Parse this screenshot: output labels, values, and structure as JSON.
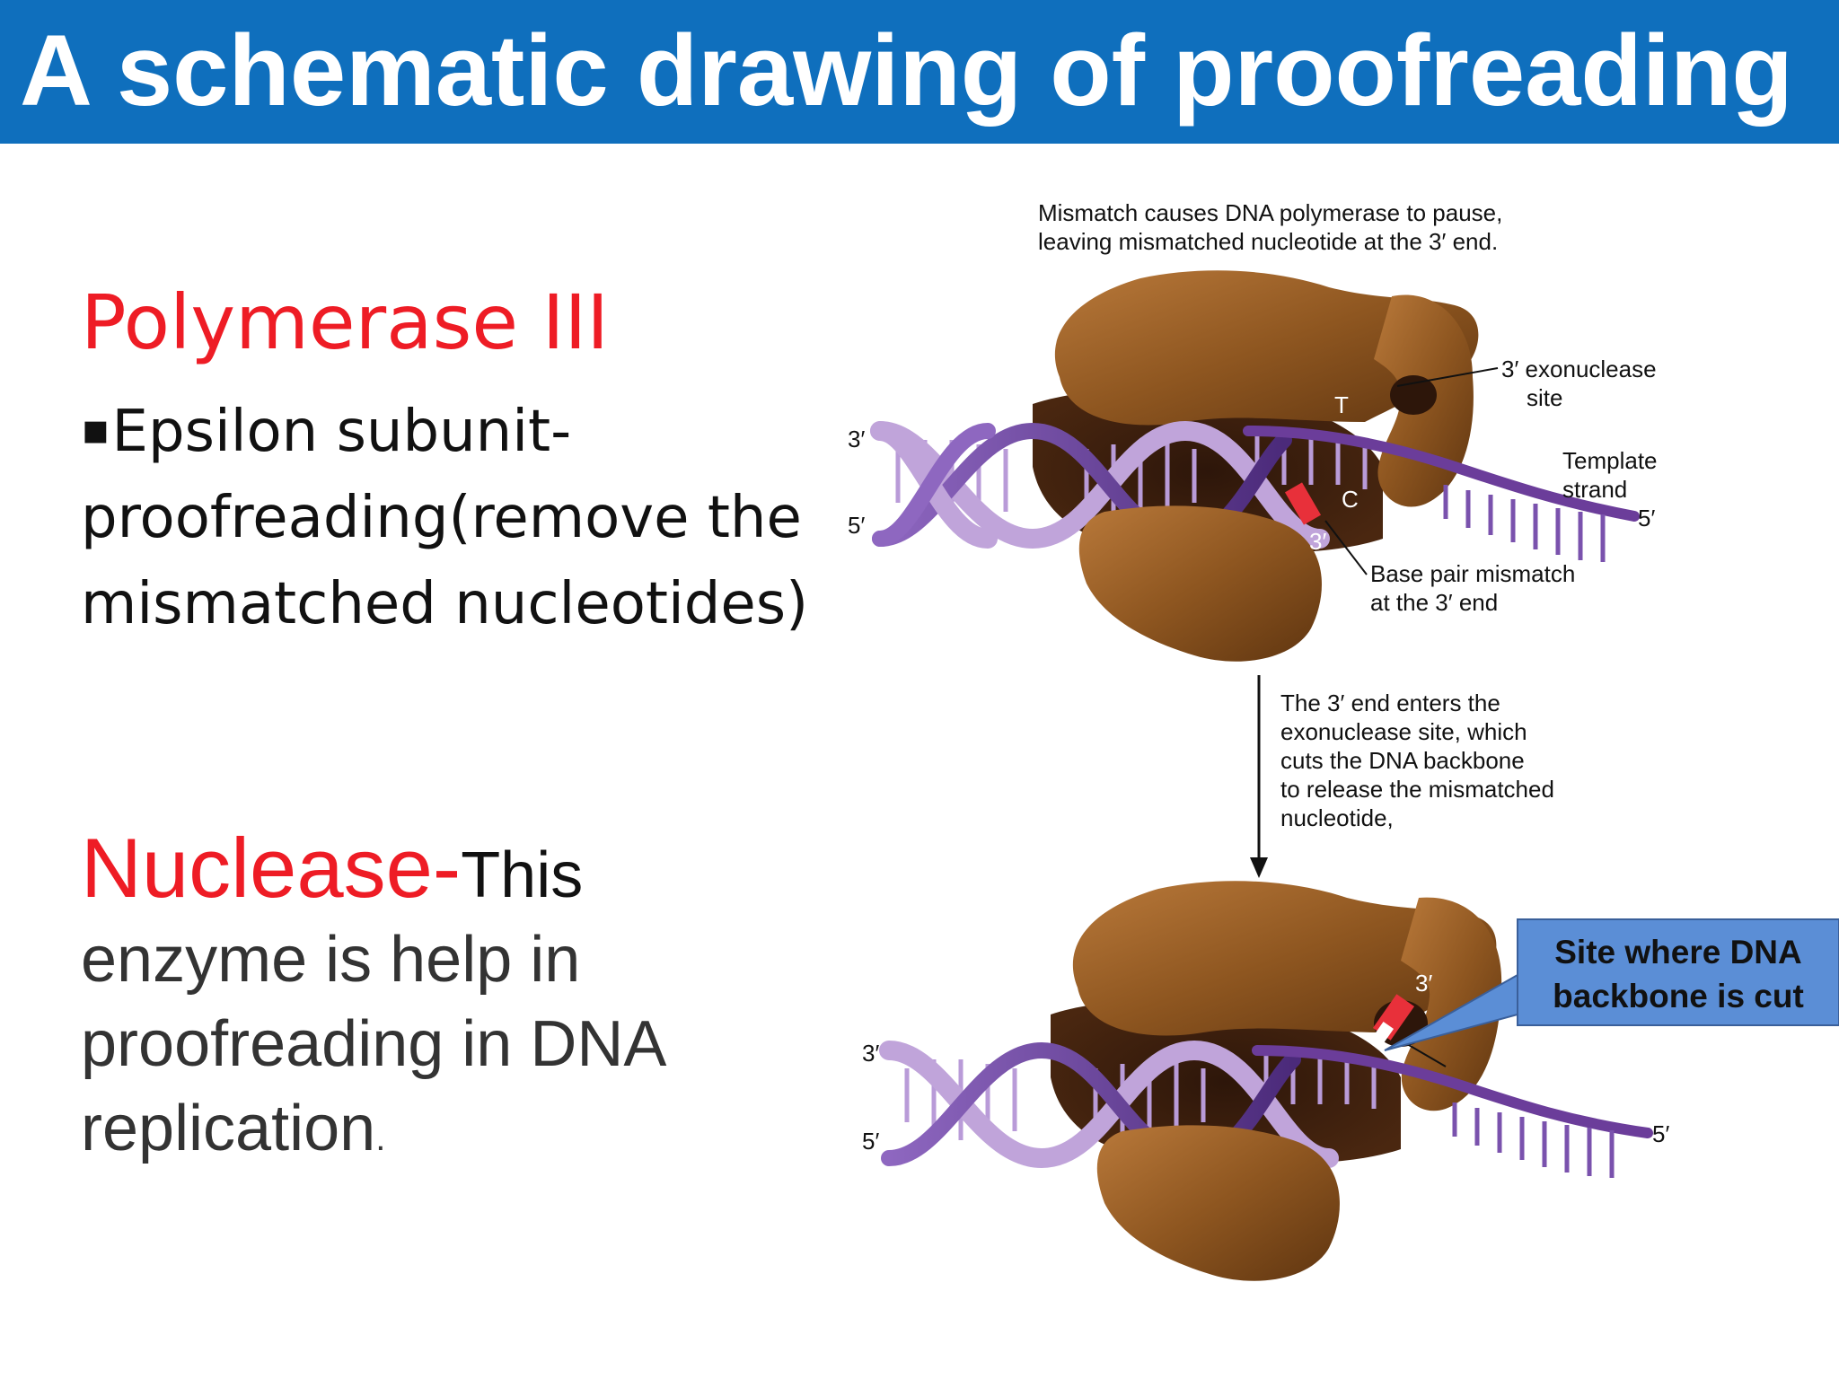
{
  "title": "A schematic drawing of proofreading",
  "polymerase": {
    "heading": "Polymerase III",
    "bullet_symbol": "▪",
    "lines": [
      "Epsilon subunit-",
      "proofreading(remove the",
      "mismatched nucleotides)"
    ]
  },
  "nuclease": {
    "heading": "Nuclease-",
    "first_word": "This",
    "text": "enzyme is help in proofreading in DNA replication",
    "period": "."
  },
  "diagram": {
    "top_caption": [
      "Mismatch causes DNA polymerase to pause,",
      "leaving mismatched nucleotide at the 3′ end."
    ],
    "exonuclease_label": [
      "3′ exonuclease",
      "site"
    ],
    "template_label": [
      "Template",
      "strand"
    ],
    "mismatch_label": [
      "Base pair mismatch",
      "at the 3′ end"
    ],
    "step_caption": [
      "The 3′ end enters the",
      "exonuclease site, which",
      "cuts the DNA backbone",
      "to release the mismatched",
      "nucleotide,"
    ],
    "end_3": "3′",
    "end_5": "5′",
    "base_t": "T",
    "base_c": "C",
    "callout": [
      "Site where DNA",
      "backbone is cut"
    ]
  },
  "colors": {
    "title_bar": "#0f6fbd",
    "heading_red": "#ee1c25",
    "enzyme_brown": "#8e5620",
    "dna_purple": "#6b3d9a",
    "dna_light": "#c0a4da",
    "mismatch_red": "#e8303a",
    "callout_fill": "#5b8ed6"
  }
}
